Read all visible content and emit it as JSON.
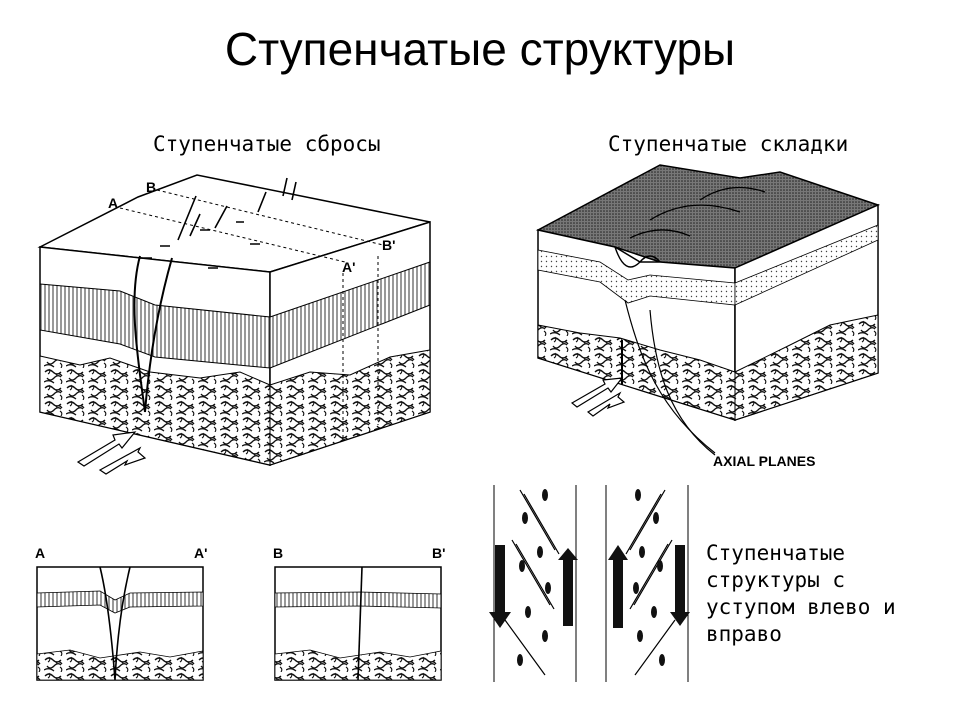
{
  "slide": {
    "title": "Ступенчатые структуры"
  },
  "panels": {
    "faults_title": "Ступенчатые сбросы",
    "folds_title": "Ступенчатые складки",
    "axial_label": "AXIAL PLANES"
  },
  "block_labels": {
    "a": "A",
    "b": "B",
    "a_prime": "A'",
    "b_prime": "B'"
  },
  "sections": {
    "left_a": "A",
    "left_a_prime": "A'",
    "right_b": "B",
    "right_b_prime": "B'"
  },
  "caption": {
    "line1": "Ступенчатые",
    "line2": "структуры с",
    "line3": "уступом влево и",
    "line4": "вправо"
  }
}
